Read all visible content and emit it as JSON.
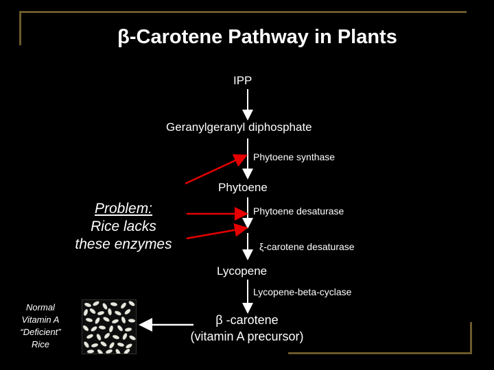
{
  "title": "β-Carotene Pathway in Plants",
  "nodes": {
    "ipp": "IPP",
    "ggpp": "Geranylgeranyl diphosphate",
    "phytoene": "Phytoene",
    "lycopene": "Lycopene",
    "beta_carotene": "β -carotene",
    "precursor": "(vitamin A precursor)"
  },
  "enzymes": {
    "phytoene_synthase": "Phytoene synthase",
    "phytoene_desaturase": "Phytoene desaturase",
    "xi_carotene_desaturase": "ξ-carotene desaturase",
    "lycopene_cyclase": "Lycopene-beta-cyclase"
  },
  "problem": {
    "heading": "Problem:",
    "line2": "Rice lacks",
    "line3": "these enzymes"
  },
  "rice_caption": {
    "line1": "Normal",
    "line2": "Vitamin A",
    "line3": "“Deficient”",
    "line4": "Rice"
  },
  "colors": {
    "background": "#000000",
    "text": "#ffffff",
    "problem_arrows": "#e60000",
    "frame": "#6b5a2a"
  }
}
